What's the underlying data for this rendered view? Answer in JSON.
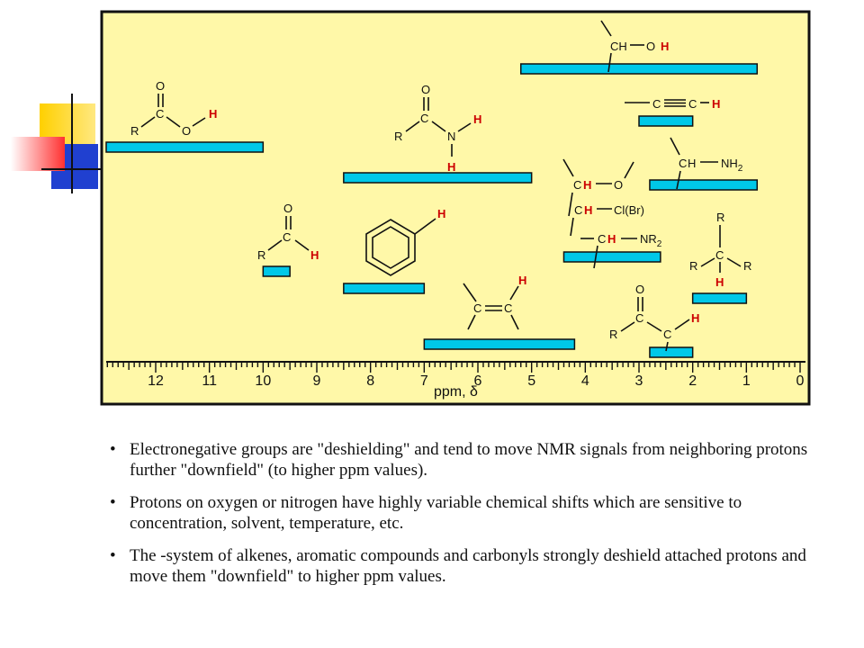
{
  "figure": {
    "axis_label": "ppm, δ",
    "tick_labels": [
      "12",
      "11",
      "10",
      "9",
      "8",
      "7",
      "6",
      "5",
      "4",
      "3",
      "2",
      "1",
      "0"
    ],
    "bar_color": "#00c8e8",
    "panel_color": "#fff8a8",
    "h_color": "#cc0000",
    "structures": {
      "acid": {
        "r": "R",
        "c": "C",
        "o_top": "O",
        "o_side": "O",
        "h": "H"
      },
      "amide": {
        "r": "R",
        "c": "C",
        "o_top": "O",
        "n": "N",
        "h1": "H",
        "h2": "H"
      },
      "aldehyde": {
        "r": "R",
        "c": "C",
        "o_top": "O",
        "h": "H"
      },
      "aromatic": {
        "h": "H"
      },
      "alkene": {
        "c1": "C",
        "c2": "C",
        "h": "H"
      },
      "alcohol": {
        "ch": "CH",
        "o": "O",
        "h": "H"
      },
      "alkyne": {
        "c1": "C",
        "c2": "C",
        "h": "H"
      },
      "amine": {
        "c": "C",
        "h": "H",
        "n": "NH",
        "sub": "2"
      },
      "ether": {
        "c": "C",
        "h": "H",
        "o": "O"
      },
      "halide": {
        "c": "C",
        "h": "H",
        "x": "Cl(Br)"
      },
      "alkylamine": {
        "c": "C",
        "h": "H",
        "n": "NR",
        "sub": "2"
      },
      "alkane": {
        "r1": "R",
        "r2": "R",
        "r3": "R",
        "c": "C",
        "h": "H"
      },
      "ketone": {
        "o": "O",
        "c1": "C",
        "c2": "C",
        "r": "R",
        "h": "H"
      }
    }
  },
  "chart_data": {
    "type": "bar",
    "title": "",
    "xlabel": "ppm, δ",
    "ylabel": "",
    "xlim": [
      12.5,
      0
    ],
    "x_reversed": true,
    "ranges": [
      {
        "group": "carboxylic acid O-H",
        "from": 13.0,
        "to": 10.0
      },
      {
        "group": "aldehyde C-H",
        "from": 10.0,
        "to": 9.5
      },
      {
        "group": "amide N-H",
        "from": 8.5,
        "to": 5.0
      },
      {
        "group": "aromatic C-H",
        "from": 8.5,
        "to": 7.0
      },
      {
        "group": "alkene C-H",
        "from": 7.0,
        "to": 4.2
      },
      {
        "group": "alcohol O-H",
        "from": 5.2,
        "to": 0.8
      },
      {
        "group": "ether / halide / amine alpha C-H",
        "from": 4.4,
        "to": 2.6
      },
      {
        "group": "alkyne C-H",
        "from": 3.0,
        "to": 2.0
      },
      {
        "group": "ketone alpha C-H",
        "from": 2.8,
        "to": 2.0
      },
      {
        "group": "amine N-H",
        "from": 2.8,
        "to": 0.8
      },
      {
        "group": "alkane C-H",
        "from": 2.0,
        "to": 1.0
      }
    ]
  },
  "bullets": [
    "Electronegative groups are \"deshielding\" and tend to move NMR signals from neighboring protons further \"downfield\" (to higher ppm values).",
    "Protons on oxygen or nitrogen have highly variable chemical shifts which are sensitive to concentration, solvent, temperature, etc.",
    "The  -system of alkenes, aromatic compounds and carbonyls strongly deshield attached protons and move them \"downfield\" to higher ppm values."
  ],
  "bullet_char": "•"
}
